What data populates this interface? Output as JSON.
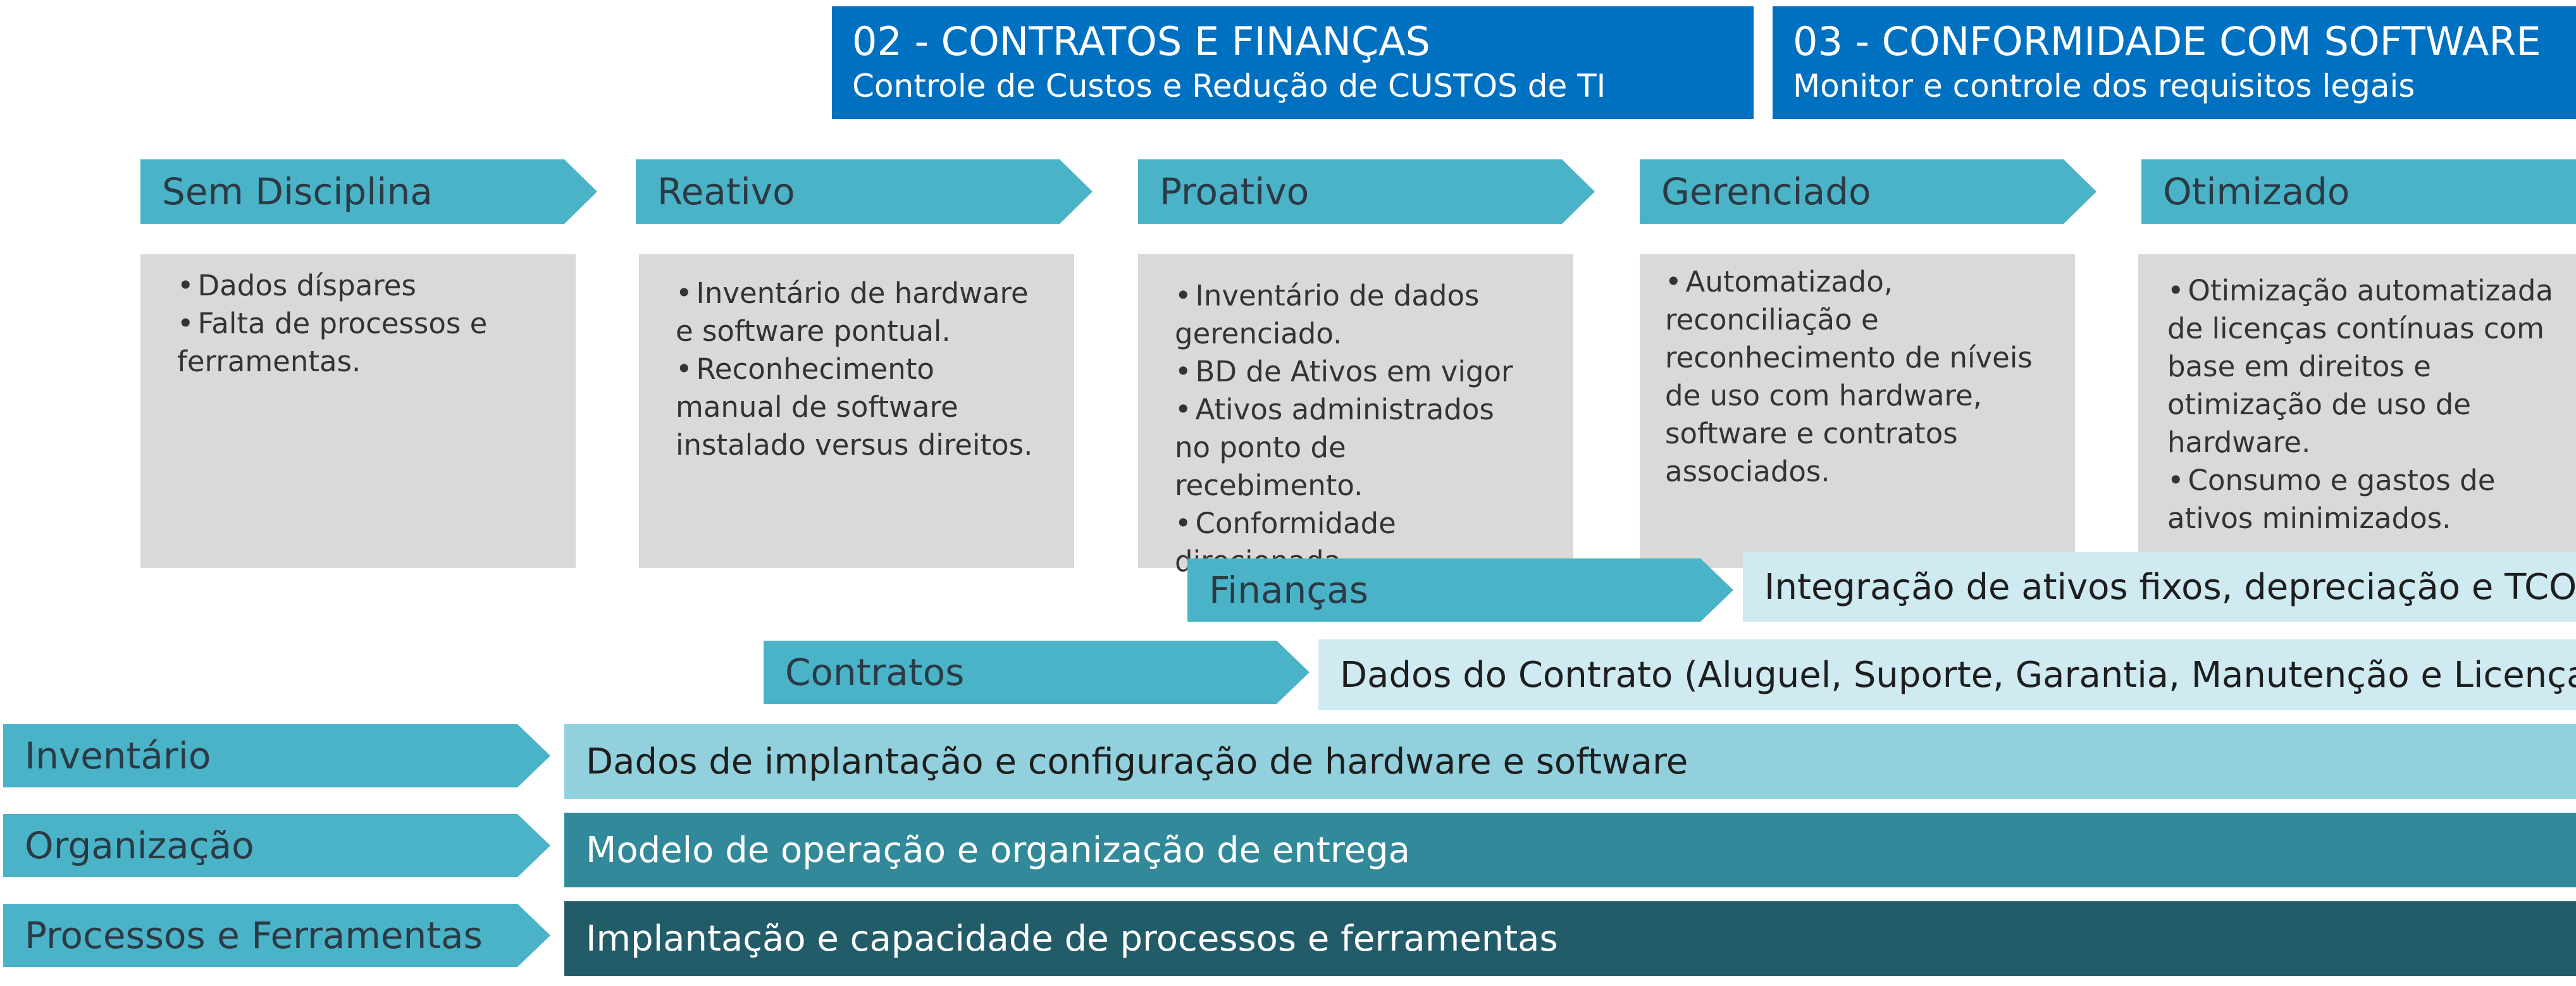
{
  "header": {
    "box1": {
      "title": "02 - CONTRATOS E FINANÇAS",
      "subtitle": "Controle de Custos e Redução de CUSTOS de TI"
    },
    "box2": {
      "title": "03 - CONFORMIDADE COM SOFTWARE",
      "subtitle": "Monitor e controle dos requisitos legais"
    }
  },
  "stages": [
    {
      "label": "Sem Disciplina",
      "items": [
        "Dados díspares",
        "Falta de processos e ferramentas."
      ]
    },
    {
      "label": "Reativo",
      "items": [
        "Inventário de hardware e software pontual.",
        "Reconhecimento manual de software instalado versus direitos."
      ]
    },
    {
      "label": "Proativo",
      "items": [
        "Inventário de dados gerenciado.",
        "BD de Ativos em vigor",
        "Ativos administrados no ponto de recebimento.",
        "Conformidade direcionada."
      ]
    },
    {
      "label": "Gerenciado",
      "items": [
        "Automatizado, reconciliação e reconhecimento de níveis de uso com hardware, software e contratos associados."
      ]
    },
    {
      "label": "Otimizado",
      "items": [
        "Otimização automatizada de licenças contínuas com base em direitos e otimização de uso de hardware.",
        "Consumo e gastos de ativos minimizados."
      ]
    }
  ],
  "layers": [
    {
      "label": "Finanças",
      "description": "Integração de ativos fixos, depreciação e TCO"
    },
    {
      "label": "Contratos",
      "description": "Dados do Contrato (Aluguel, Suporte, Garantia, Manutenção e Licença)"
    },
    {
      "label": "Inventário",
      "description": "Dados de implantação e configuração de hardware e software"
    },
    {
      "label": "Organização",
      "description": "Modelo de operação e organização de entrega"
    },
    {
      "label": "Processos e Ferramentas",
      "description": "Implantação e capacidade de processos e ferramentas"
    }
  ],
  "colors": {
    "header_blue": "#0070c0",
    "chevron": "#4bb3c8",
    "stage_box": "#d9d9d9",
    "bar_light": "#cfeaf1",
    "bar_mid": "#92d0dd",
    "bar_teal": "#31899a",
    "bar_dark": "#215c68"
  }
}
